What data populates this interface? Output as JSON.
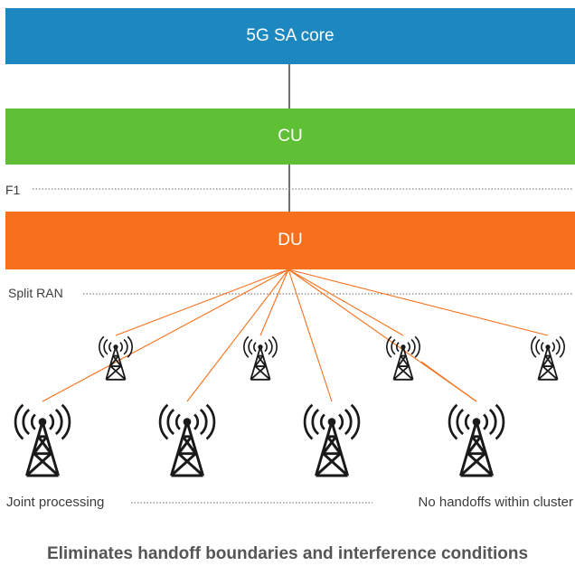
{
  "bands": {
    "core": "5G SA core",
    "cu": "CU",
    "du": "DU"
  },
  "labels": {
    "f1": "F1",
    "split_ran": "Split RAN",
    "joint_processing": "Joint processing",
    "no_handoffs": "No handoffs within cluster"
  },
  "caption": "Eliminates handoff boundaries and interference conditions",
  "colors": {
    "core": "#1c88bf",
    "cu": "#5fbf35",
    "du": "#f8701b",
    "link": "#f8701b",
    "tower": "#1a1a1a"
  },
  "icons": [
    "cell-tower-icon"
  ]
}
